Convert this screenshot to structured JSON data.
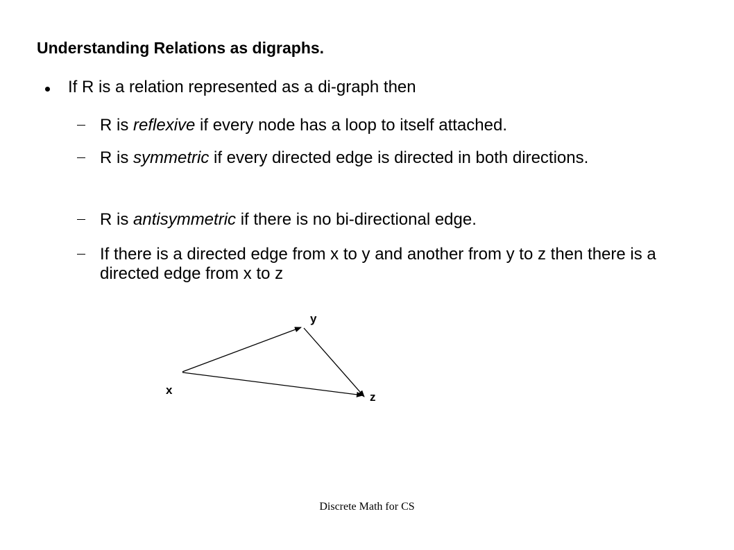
{
  "title": "Understanding Relations as digraphs.",
  "bullet": "If R is a  relation represented as a di-graph then",
  "items": [
    {
      "prefix": "R is ",
      "term": "reflexive",
      "suffix": " if every node has a loop to itself attached."
    },
    {
      "prefix": "R is ",
      "term": "symmetric",
      "suffix": " if every directed edge is directed in both directions."
    },
    {
      "prefix": "R is ",
      "term": "antisymmetric",
      "suffix": " if there is no bi-directional edge."
    },
    {
      "text": "If there is a directed edge from x to y and another from y to z then there is a directed edge from x to z"
    }
  ],
  "diagram": {
    "nodes": {
      "x": "x",
      "y": "y",
      "z": "z"
    }
  },
  "footer": "Discrete Math for CS"
}
